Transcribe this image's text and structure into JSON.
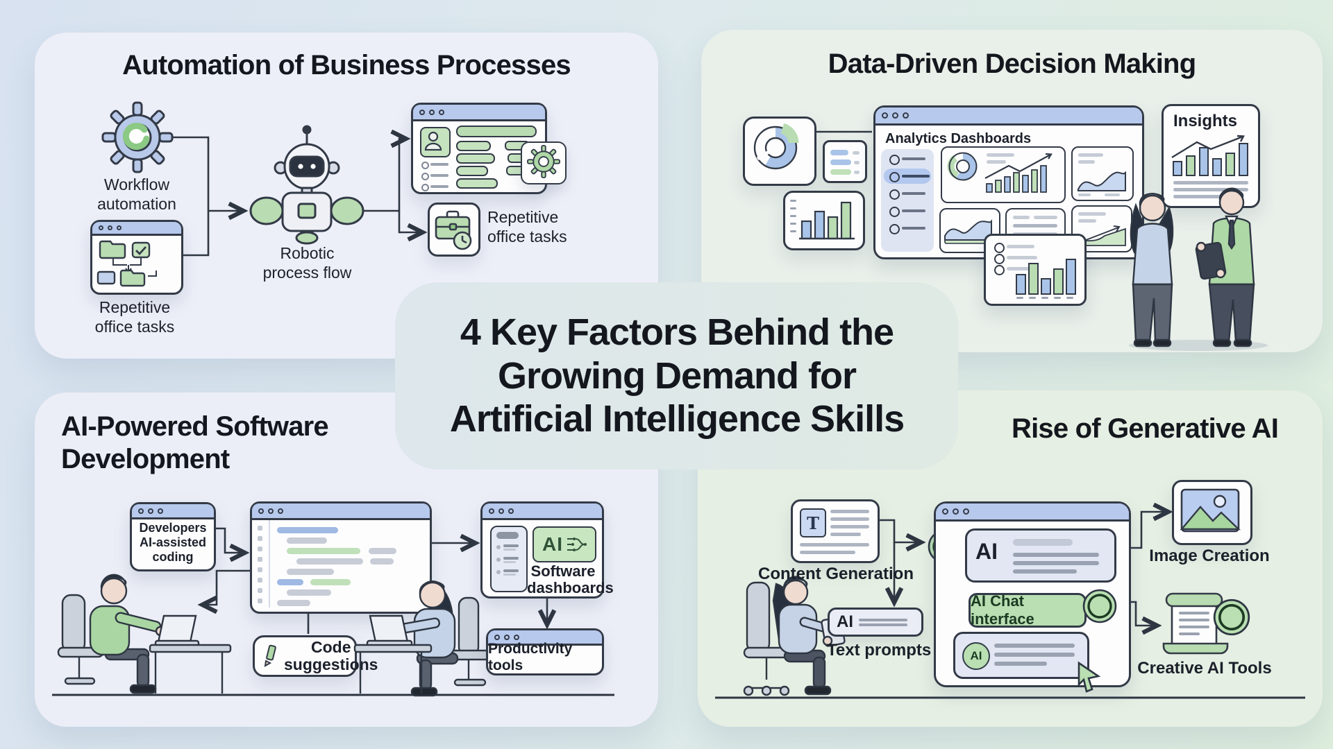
{
  "center": {
    "title_lines": [
      "4 Key Factors Behind the",
      "Growing Demand for",
      "Artificial Intelligence Skills"
    ]
  },
  "q1": {
    "title": "Automation of Business Processes",
    "workflow": [
      "Workflow",
      "automation"
    ],
    "repetitive_left": [
      "Repetitive",
      "office tasks"
    ],
    "robot_label": [
      "Robotic",
      "process flow"
    ],
    "repetitive_right": [
      "Repetitive",
      "office tasks"
    ]
  },
  "q2": {
    "title": "Data-Driven Decision Making",
    "dashboard_title": "Analytics Dashboards",
    "insights_title": "Insights"
  },
  "q3": {
    "title": [
      "AI-Powered Software",
      "Development"
    ],
    "developers": [
      "Developers",
      "AI-assisted",
      "coding"
    ],
    "code_suggestions": [
      "Code",
      "suggestions"
    ],
    "software_dashboards": [
      "Software",
      "dashboards"
    ],
    "ai_badge": "AI",
    "productivity": "Productivity tools"
  },
  "q4": {
    "title": "Rise of Generative AI",
    "content_generation": "Content Generation",
    "t_icon": "T",
    "prompt_ai": "AI",
    "text_prompts": "Text prompts",
    "chat_ai": "AI",
    "chat_interface": "AI Chat interface",
    "bubble_ai": "AI",
    "image_creation": "Image Creation",
    "creative_tools": "Creative AI Tools"
  },
  "icons": {
    "gear-icon": "workflow automation cog",
    "robot-icon": "robotic process bot",
    "briefcase-clock-icon": "repetitive office tasks",
    "donut-chart-icon": "analytics pie",
    "bar-chart-icon": "analytics bars",
    "ai-spiral-icon": "generative AI knot",
    "pencil-icon": "code suggestion",
    "image-icon": "image creation",
    "scroll-icon": "creative AI tools",
    "cursor-icon": "pointer"
  },
  "colors": {
    "accent_green": "#b9dcb2",
    "accent_blue": "#b7c9ec",
    "ink": "#333a47",
    "title_ink": "#14171d"
  }
}
